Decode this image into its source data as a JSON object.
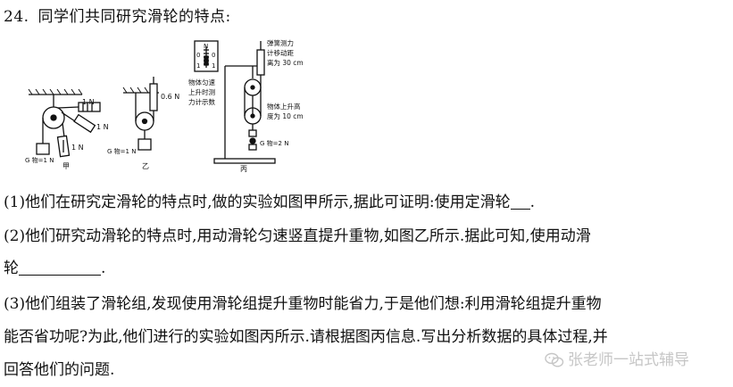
{
  "question": {
    "number": "24.",
    "title": "同学们共同研究滑轮的特点:"
  },
  "figure": {
    "jia": {
      "caption": "甲",
      "force_top": "1 N",
      "force_mid": "1 N",
      "force_low": "1 N",
      "weight_label": "G 物=1 N"
    },
    "yi": {
      "caption": "乙",
      "force": "0.6 N",
      "weight_label": "G 物=1 N"
    },
    "bing": {
      "caption": "丙",
      "dial_zero_left": "0",
      "dial_zero_right": "0",
      "dial_one_left": "1",
      "dial_one_right": "1",
      "dial_unit": "N",
      "note_spring_1": "弹簧测力",
      "note_spring_2": "计移动距",
      "note_spring_3": "离为 30 cm",
      "note_meter_1": "物体匀速",
      "note_meter_2": "上升时测",
      "note_meter_3": "力计示数",
      "note_object_1": "物体上升高",
      "note_object_2": "度为 10 cm",
      "weight_label": "G 物=2 N"
    }
  },
  "body": {
    "p1": "(1)他们在研究定滑轮的特点时,做的实验如图甲所示,据此可证明:使用定滑轮",
    "p1_end": ".",
    "p2_line1": "(2)他们研究动滑轮的特点时,用动滑轮匀速竖直提升重物,如图乙所示.据此可知,使用动滑",
    "p2_line2": "轮",
    "p2_end": ".",
    "p3_line1": "(3)他们组装了滑轮组,发现使用滑轮组提升重物时能省力,于是他们想:利用滑轮组提升重物",
    "p3_line2": "能否省功呢?为此,他们进行的实验如图丙所示.请根据图丙信息.写出分析数据的具体过程,并",
    "p3_line3": "回答他们的问题."
  },
  "watermark": {
    "text": "张老师一站式辅导",
    "icon": "wechat-icon"
  }
}
